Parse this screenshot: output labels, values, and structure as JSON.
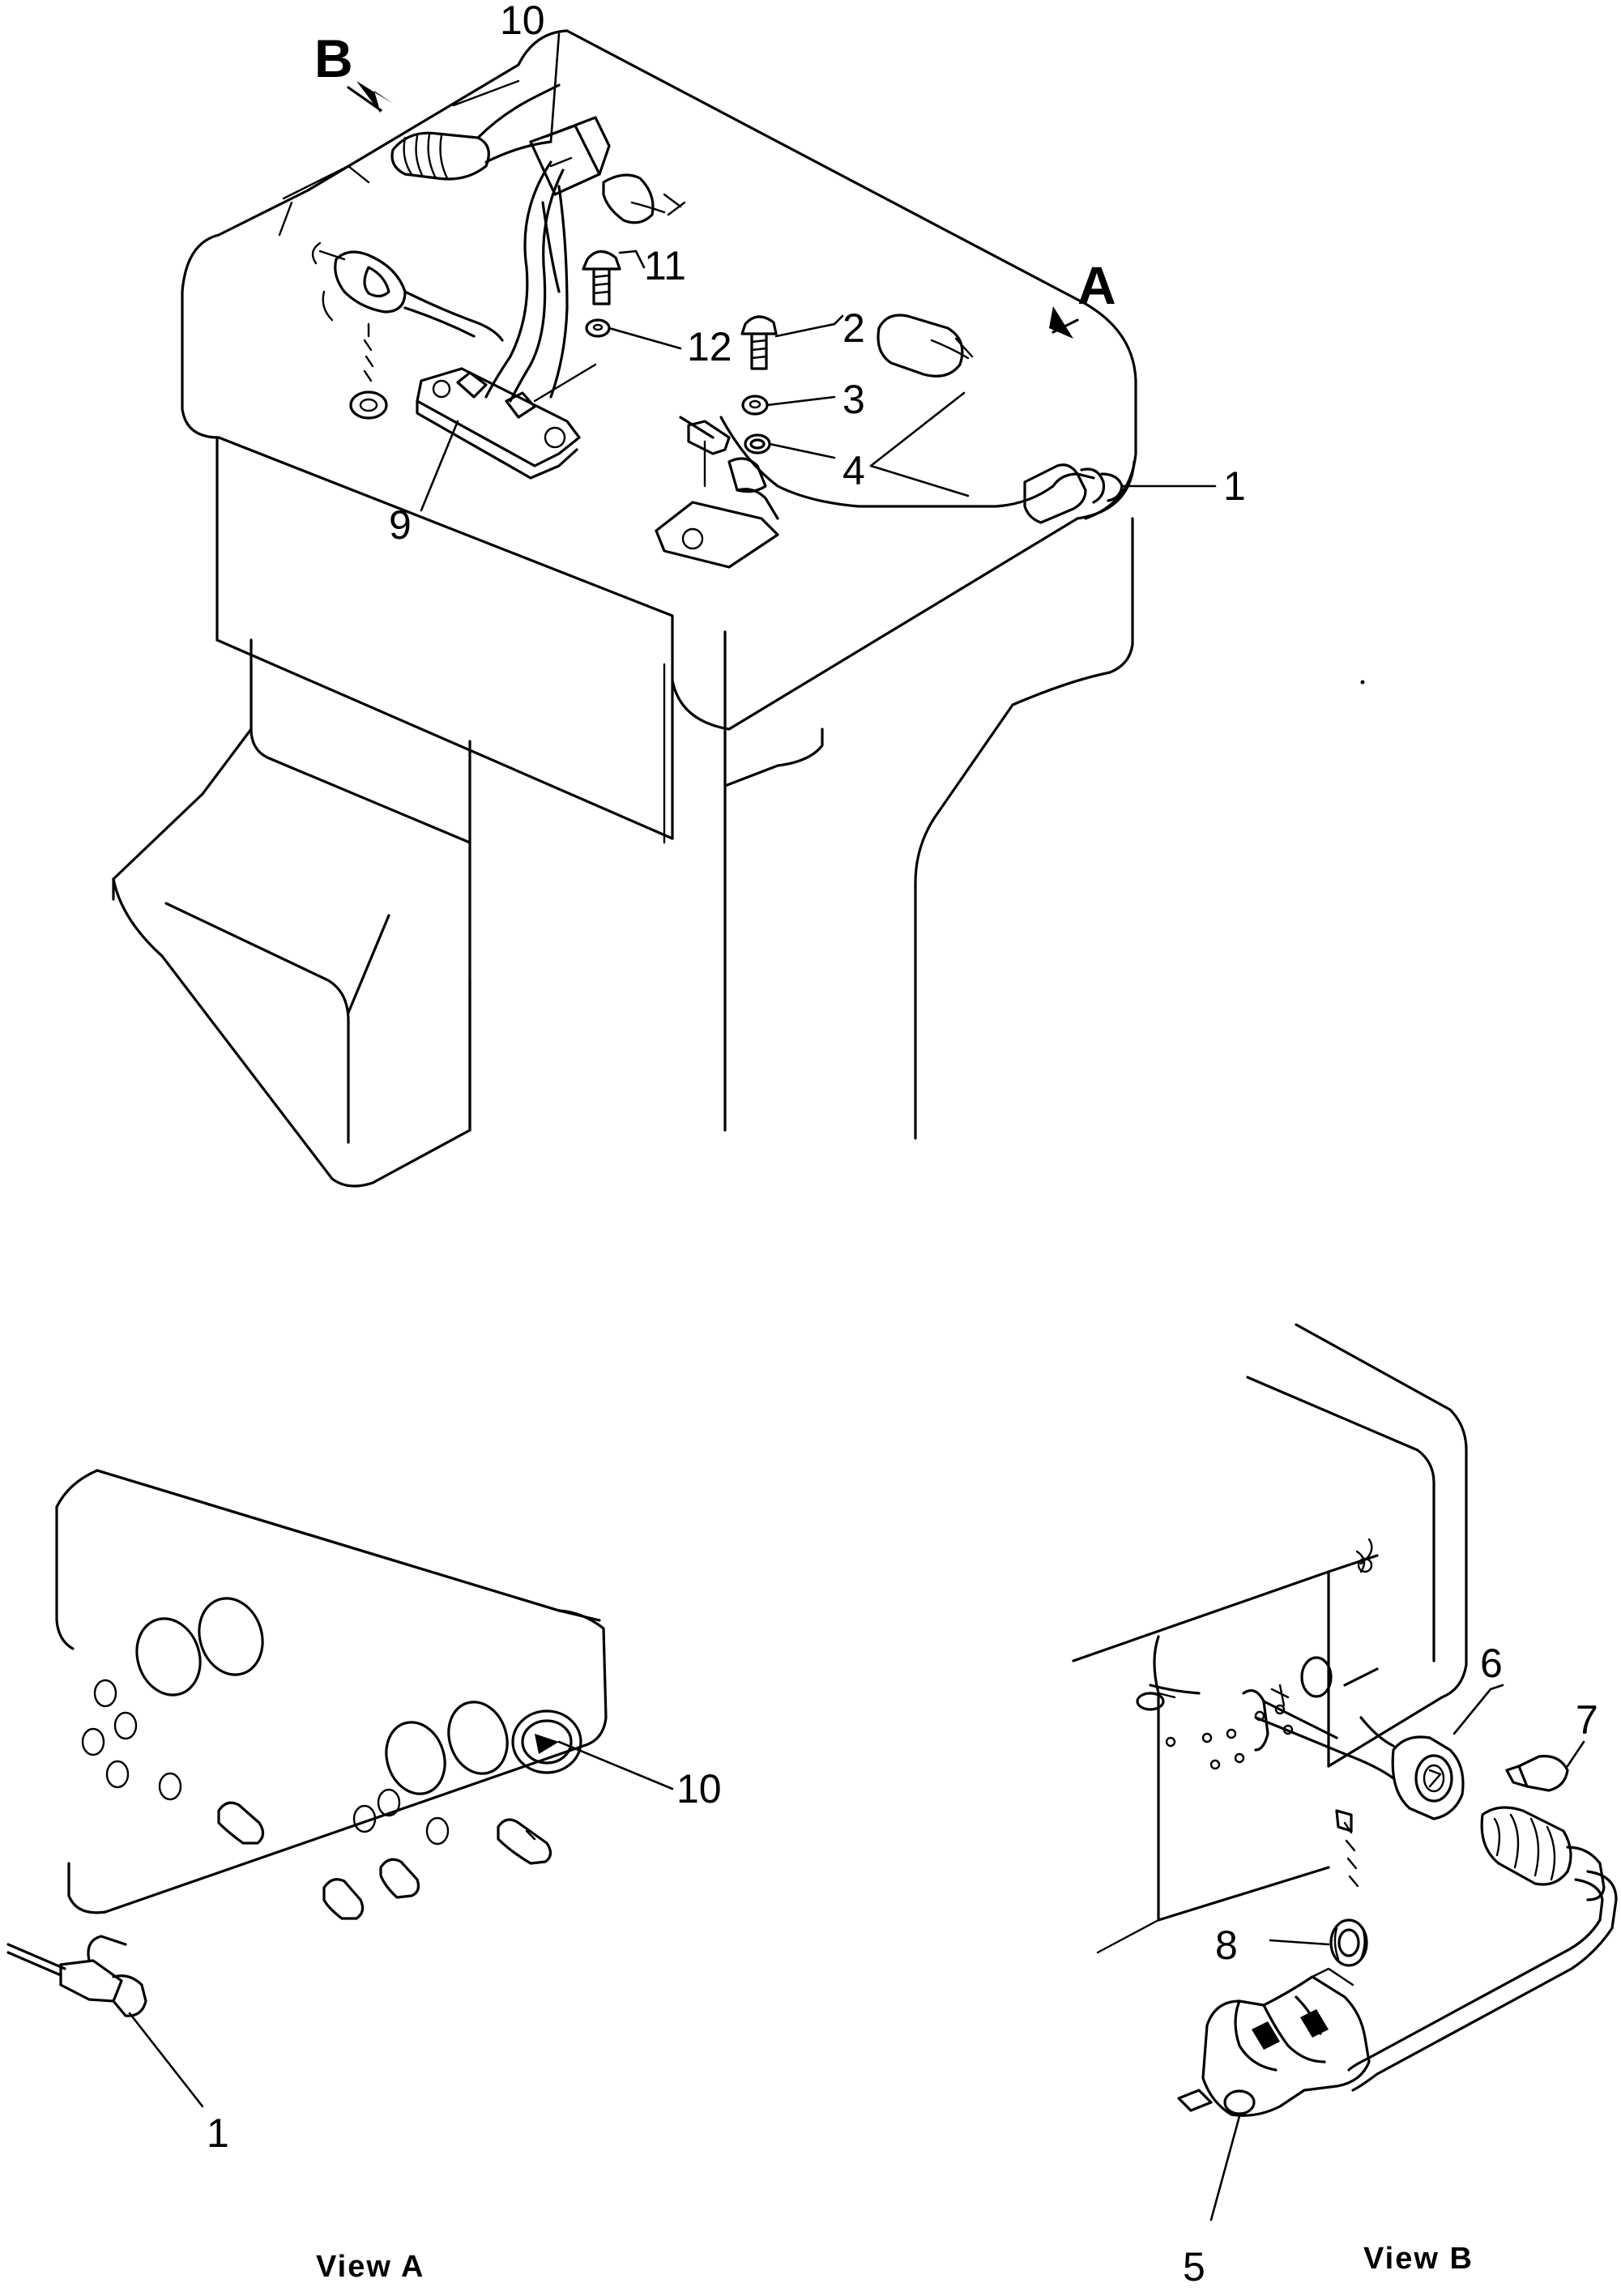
{
  "view_arrows": {
    "a": "A",
    "b": "B"
  },
  "part_numbers": {
    "p1_main": "1",
    "p2": "2",
    "p3": "3",
    "p4": "4",
    "p9": "9",
    "p10_main": "10",
    "p11": "11",
    "p12": "12",
    "p10_view_a": "10",
    "p1_view_a": "1",
    "p5": "5",
    "p6": "6",
    "p7": "7",
    "p8": "8"
  },
  "captions": {
    "view_a": "View   A",
    "view_b": "View   B"
  }
}
